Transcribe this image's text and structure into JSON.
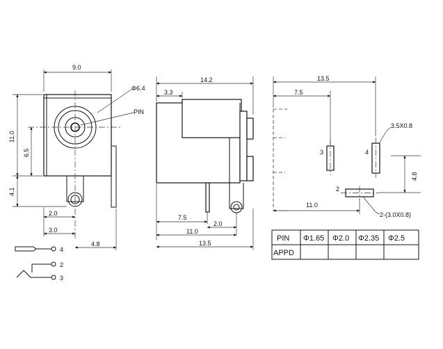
{
  "front_view": {
    "dim_width": "9.0",
    "dim_diameter": "Φ6.4",
    "label_pin": "PIN",
    "dim_height": "11.0",
    "dim_center_height": "6.5",
    "dim_pin_drop": "4.1",
    "dim_pin_a": "2.0",
    "dim_pin_b": "3.0",
    "dim_pin_c": "4.8"
  },
  "side_view": {
    "dim_top_left": "3.3",
    "dim_length": "14.2",
    "dim_pin_a": "7.5",
    "dim_pin_b": "2.0",
    "dim_pin_c": "11.0",
    "dim_overall": "13.5"
  },
  "footprint": {
    "dim_overall": "13.5",
    "dim_pin_a": "7.5",
    "dim_slot": "3.5X0.8",
    "pin3_label": "3",
    "pin4_label": "4",
    "dim_vertical": "4.8",
    "pin2_label": "2",
    "dim_pin_c": "11.0",
    "dim_slot2": "2-(3.0X0.8)"
  },
  "table": {
    "row1": [
      "PIN",
      "Φ1.65",
      "Φ2.0",
      "Φ2.35",
      "Φ2.5"
    ],
    "row2": [
      "APPD",
      "",
      "",
      "",
      ""
    ]
  },
  "schematic": {
    "pin4": "4",
    "pin2": "2",
    "pin3": "3"
  }
}
